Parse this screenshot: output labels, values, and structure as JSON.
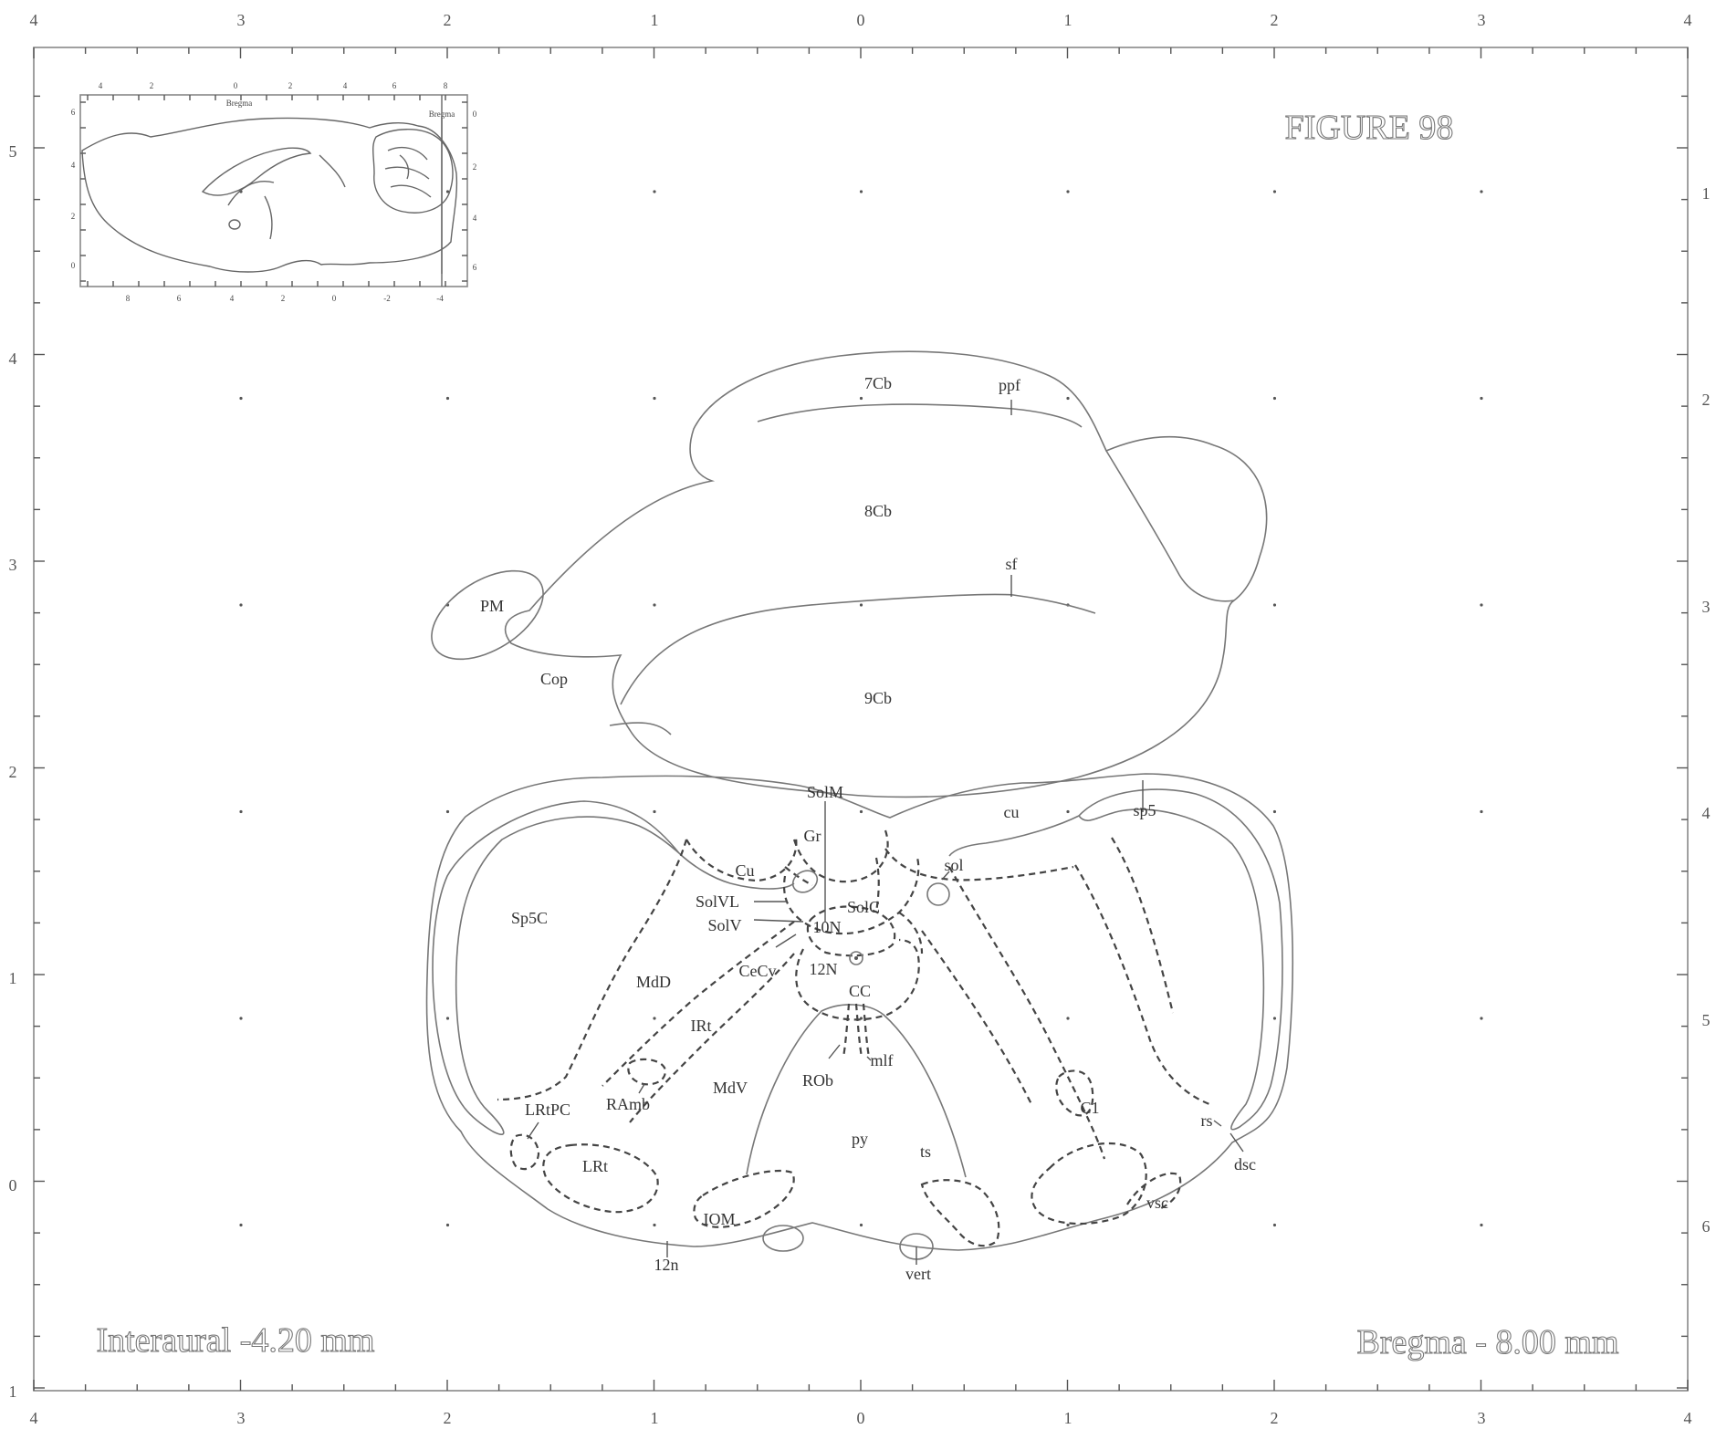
{
  "figure": {
    "title": "FIGURE 98",
    "interaural": "Interaural -4.20 mm",
    "bregma": "Bregma - 8.00 mm"
  },
  "scales": {
    "top": [
      "4",
      "3",
      "2",
      "1",
      "0",
      "1",
      "2",
      "3",
      "4"
    ],
    "bottom": [
      "4",
      "3",
      "2",
      "1",
      "0",
      "1",
      "2",
      "3",
      "4"
    ],
    "left": [
      "5",
      "4",
      "3",
      "2",
      "1",
      "0",
      "1"
    ],
    "right": [
      "1",
      "2",
      "3",
      "4",
      "5",
      "6"
    ]
  },
  "inset": {
    "top_ticks": [
      "4",
      "2",
      "0",
      "2",
      "4",
      "6",
      "8"
    ],
    "bottom_ticks": [
      "8",
      "6",
      "4",
      "2",
      "0",
      "-2",
      "-4"
    ],
    "left_ticks": [
      "6",
      "4",
      "2",
      "0"
    ],
    "right_ticks": [
      "0",
      "2",
      "4",
      "6"
    ],
    "bregma_top": "Bregma",
    "bregma_right": "Bregma"
  },
  "labels": {
    "c7Cb": "7Cb",
    "ppf": "ppf",
    "c8Cb": "8Cb",
    "sf": "sf",
    "PM": "PM",
    "Cop": "Cop",
    "c9Cb": "9Cb",
    "SolM": "SolM",
    "Gr": "Gr",
    "cu_tract": "cu",
    "sp5": "sp5",
    "Cu": "Cu",
    "sol": "sol",
    "SolVL": "SolVL",
    "SolC": "SolC",
    "SolV": "SolV",
    "n10N": "10N",
    "Sp5C": "Sp5C",
    "CeCv": "CeCv",
    "n12N": "12N",
    "MdD": "MdD",
    "CC": "CC",
    "IRt": "IRt",
    "mlf": "mlf",
    "RAmb": "RAmb",
    "ROb": "ROb",
    "MdV": "MdV",
    "C1": "C1",
    "LRtPC": "LRtPC",
    "rs": "rs",
    "dsc": "dsc",
    "py": "py",
    "ts": "ts",
    "LRt": "LRt",
    "vsc": "vsc",
    "IOM": "IOM",
    "n12n": "12n",
    "vert": "vert"
  },
  "colors": {
    "ink": "#444444",
    "outline": "#777777",
    "paper": "#ffffff"
  }
}
